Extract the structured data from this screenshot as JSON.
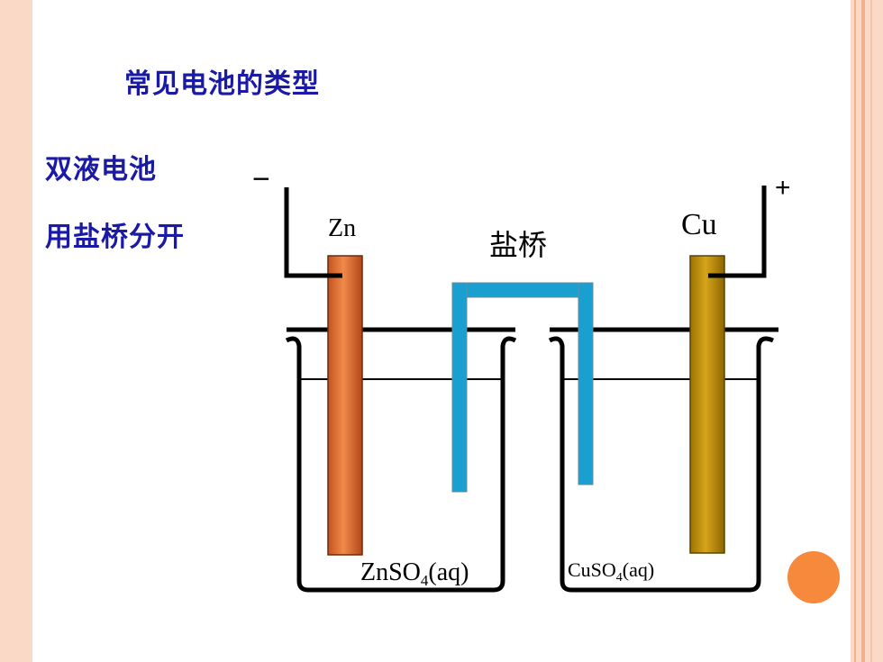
{
  "slide": {
    "title": "常见电池的类型",
    "labels": [
      "双液电池",
      "用盐桥分开"
    ]
  },
  "diagram": {
    "anode_label": "Zn",
    "cathode_label": "Cu",
    "salt_bridge_label": "盐桥",
    "negative_sign": "−",
    "positive_sign": "+",
    "left_solution": {
      "formula": "ZnSO",
      "subscript": "4",
      "state": "(aq)"
    },
    "right_solution": {
      "formula": "CuSO",
      "subscript": "4",
      "state": "(aq)"
    },
    "colors": {
      "zinc": "#e2783b",
      "copper": "#b68a0a",
      "salt_bridge": "#1aa0d0",
      "wire": "#000000",
      "accent": "#f6893c"
    }
  }
}
